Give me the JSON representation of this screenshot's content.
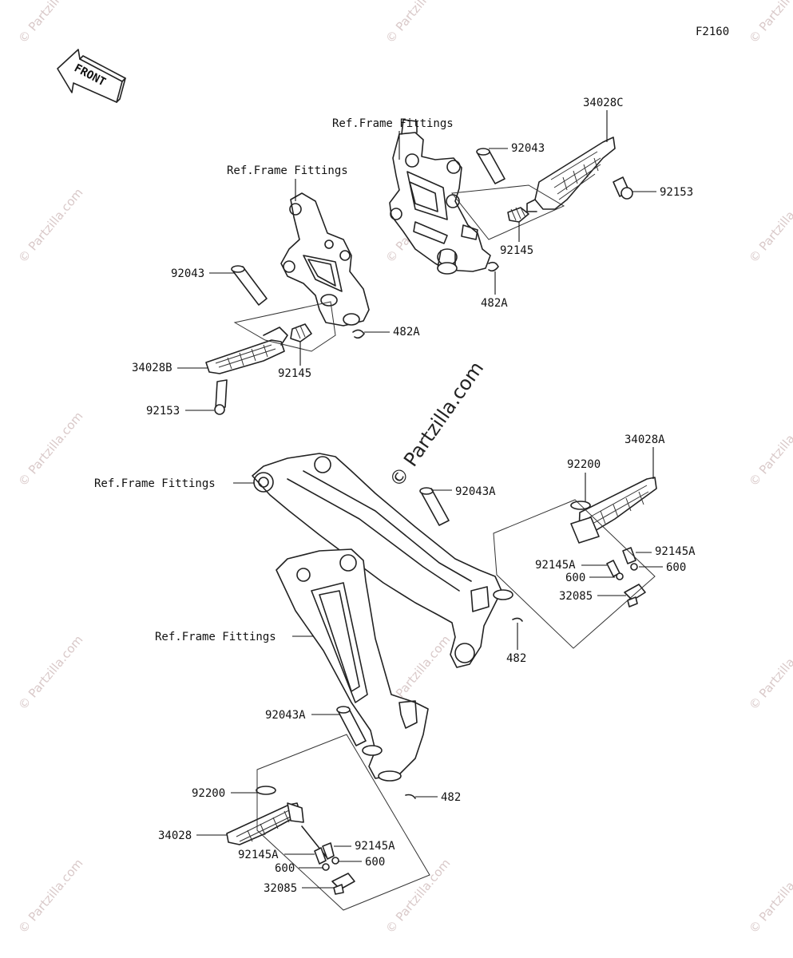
{
  "figure_code": "F2160",
  "front_label": "FRONT",
  "center_watermark": "© Partzilla.com",
  "watermark_text": "© Partzilla.com",
  "labels": {
    "ref_frame_1": "Ref.Frame Fittings",
    "ref_frame_2": "Ref.Frame Fittings",
    "ref_frame_3": "Ref.Frame Fittings",
    "ref_frame_4": "Ref.Frame Fittings",
    "p34028C": "34028C",
    "p92043_tr": "92043",
    "p92153_tr": "92153",
    "p92145_tr": "92145",
    "p482A_tr": "482A",
    "p92043_tl": "92043",
    "p482A_tl": "482A",
    "p92145_tl": "92145",
    "p34028B": "34028B",
    "p92153_tl": "92153",
    "p34028A": "34028A",
    "p92200_r": "92200",
    "p92043A_r": "92043A",
    "p92145A_r1": "92145A",
    "p92145A_r2": "92145A",
    "p600_r1": "600",
    "p600_r2": "600",
    "p32085_r": "32085",
    "p482_r": "482",
    "p92043A_l": "92043A",
    "p92200_l": "92200",
    "p482_l": "482",
    "p34028": "34028",
    "p92145A_l1": "92145A",
    "p92145A_l2": "92145A",
    "p600_l1": "600",
    "p600_l2": "600",
    "p32085_l": "32085"
  }
}
